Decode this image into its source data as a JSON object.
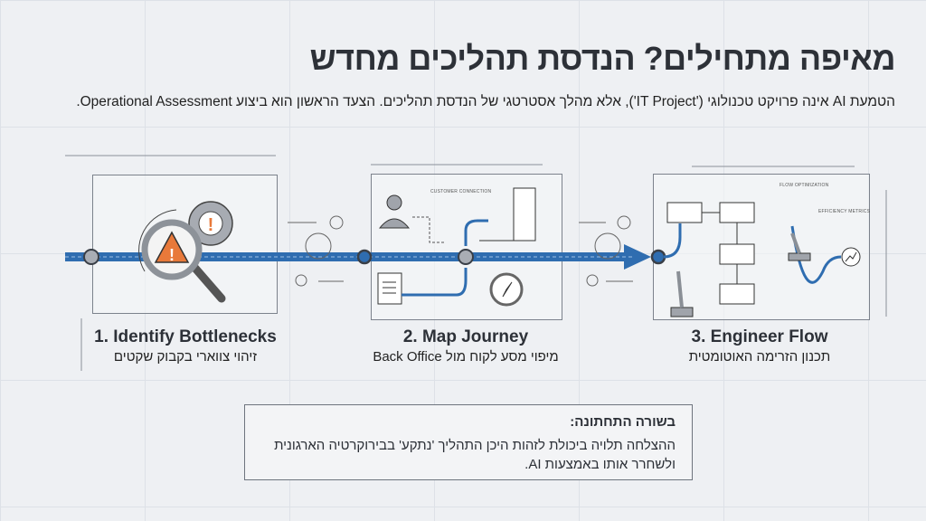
{
  "title": "מאיפה מתחילים? הנדסת תהליכים מחדש",
  "subtitle": "הטמעת AI אינה פרויקט טכנולוגי ('IT Project'), אלא מהלך אסטרטגי של הנדסת תהליכים. הצעד הראשון הוא ביצוע Operational Assessment.",
  "steps": [
    {
      "title": "1. Identify Bottlenecks",
      "subtitle": "זיהוי צווארי בקבוק שקטים",
      "icon": "magnifier-warning-icon"
    },
    {
      "title": "2. Map Journey",
      "subtitle": "מיפוי מסע לקוח מול Back Office",
      "icon": "customer-journey-icon",
      "annotation": "CUSTOMER CONNECTION"
    },
    {
      "title": "3. Engineer Flow",
      "subtitle": "תכנון הזרימה האוטומטית",
      "icon": "flow-robot-icon",
      "annotations": [
        "FLOW OPTIMIZATION",
        "EFFICIENCY METRICS"
      ]
    }
  ],
  "bottom_line": {
    "heading": "בשורה התחתונה:",
    "text": "ההצלחה תלויה ביכולת לזהות היכן התהליך 'נתקע' בבירוקרטיה הארגונית ולשחרר אותו באמצעות AI."
  },
  "colors": {
    "accent": "#2f6db0",
    "warning": "#e8793a",
    "ink": "#2d3138"
  }
}
